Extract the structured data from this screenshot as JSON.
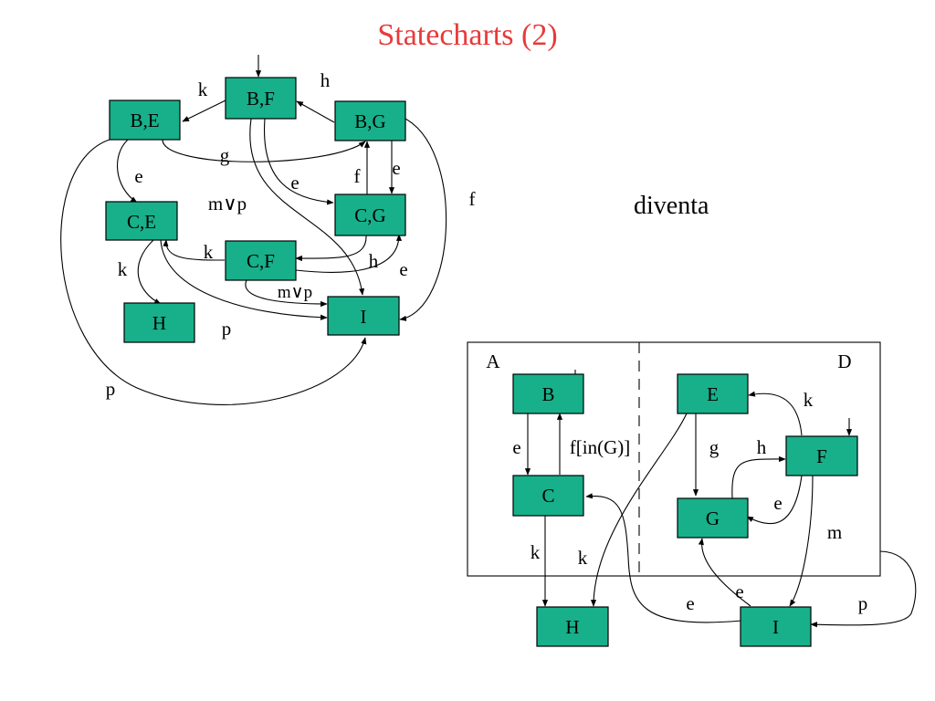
{
  "title": "Statecharts (2)",
  "title_color": "#e83a3a",
  "state_fill": "#17b08a",
  "side_text": "diventa",
  "left_diagram": {
    "states": {
      "bf": "B,F",
      "be": "B,E",
      "bg": "B,G",
      "ce": "C,E",
      "cg": "C,G",
      "cf": "C,F",
      "h": "H",
      "i": "I"
    },
    "labels": {
      "k_top": "k",
      "h_top": "h",
      "g": "g",
      "e_left": "e",
      "f_mid": "f",
      "e_mid": "e",
      "e_right": "e",
      "m_or_p_mid": "m∨p",
      "f_right": "f",
      "k_mid": "k",
      "h_mid": "h",
      "e_low": "e",
      "k_left": "k",
      "m_or_p_low": "m∨p",
      "p_mid": "p",
      "p_left": "p"
    }
  },
  "right_diagram": {
    "regions": {
      "a": "A",
      "d": "D"
    },
    "states": {
      "b": "B",
      "c": "C",
      "e": "E",
      "f": "F",
      "g": "G",
      "h": "H",
      "i": "I"
    },
    "labels": {
      "e_bc": "e",
      "f_in_g": "f[in(G)]",
      "g": "g",
      "h": "h",
      "k_fe": "k",
      "e_fg": "e",
      "m": "m",
      "k_ch": "k",
      "k_eh": "k",
      "e_ic": "e",
      "e_ig": "e",
      "p": "p"
    }
  }
}
